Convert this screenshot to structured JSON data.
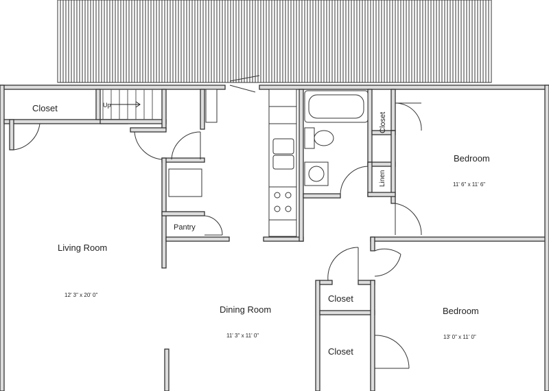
{
  "rooms": {
    "living_room": {
      "name": "Living Room",
      "size": "12' 3\" x 20' 0\""
    },
    "dining_room": {
      "name": "Dining Room",
      "size": "11' 3\" x 11' 0\""
    },
    "bedroom_1": {
      "name": "Bedroom",
      "size": "11' 6\" x 11' 6\""
    },
    "bedroom_2": {
      "name": "Bedroom",
      "size": "13' 0\" x 11' 0\""
    }
  },
  "labels": {
    "closet_entry": "Closet",
    "closet_bedroom1": "Closet",
    "closet_hall": "Closet",
    "closet_bedroom2": "Closet",
    "linen": "Linen",
    "pantry": "Pantry",
    "stairs_up": "Up"
  }
}
